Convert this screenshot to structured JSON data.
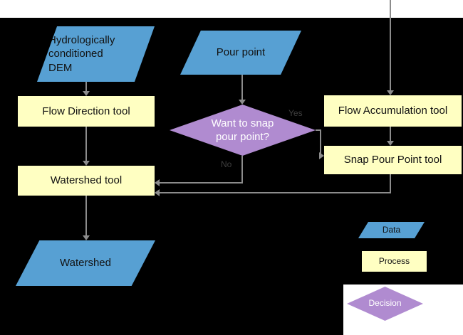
{
  "colors": {
    "page": "#ffffff",
    "background": "#000000",
    "data_fill": "#57a0d3",
    "process_fill": "#ffffc2",
    "decision_fill": "#b08bd0",
    "arrow": "#8c8c8c",
    "text_dark": "#121212",
    "text_light": "#ffffff",
    "label": "#3f3f3f"
  },
  "nodes": {
    "dem": {
      "label_lines": [
        "Hydrologically",
        "conditioned",
        "DEM"
      ]
    },
    "pour_point": {
      "label": "Pour point"
    },
    "flow_direction": {
      "label": "Flow Direction tool"
    },
    "flow_accumulation": {
      "label": "Flow Accumulation tool"
    },
    "decision": {
      "label_lines": [
        "Want to snap",
        "pour point?"
      ]
    },
    "snap_pour_point": {
      "label": "Snap Pour Point tool"
    },
    "watershed_tool": {
      "label": "Watershed tool"
    },
    "watershed": {
      "label": "Watershed"
    }
  },
  "edge_labels": {
    "yes": "Yes",
    "no": "No"
  },
  "legend": {
    "data": "Data",
    "process": "Process",
    "decision": "Decision"
  }
}
